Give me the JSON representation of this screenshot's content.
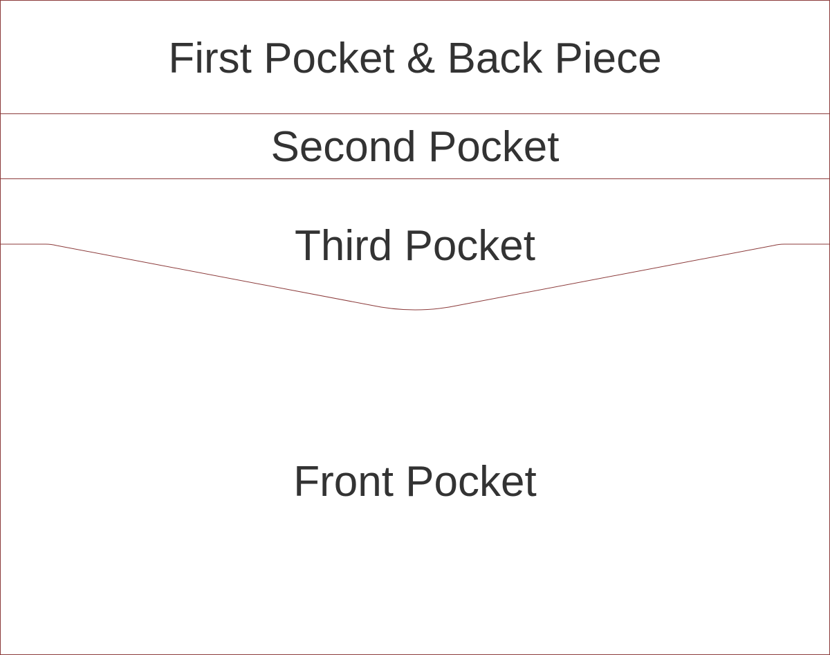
{
  "diagram": {
    "line_color": "#8b3a3a",
    "text_color": "#333333",
    "background": "#ffffff",
    "labels": {
      "first_pocket": "First Pocket & Back Piece",
      "second_pocket": "Second Pocket",
      "third_pocket": "Third Pocket",
      "front_pocket": "Front Pocket"
    }
  }
}
